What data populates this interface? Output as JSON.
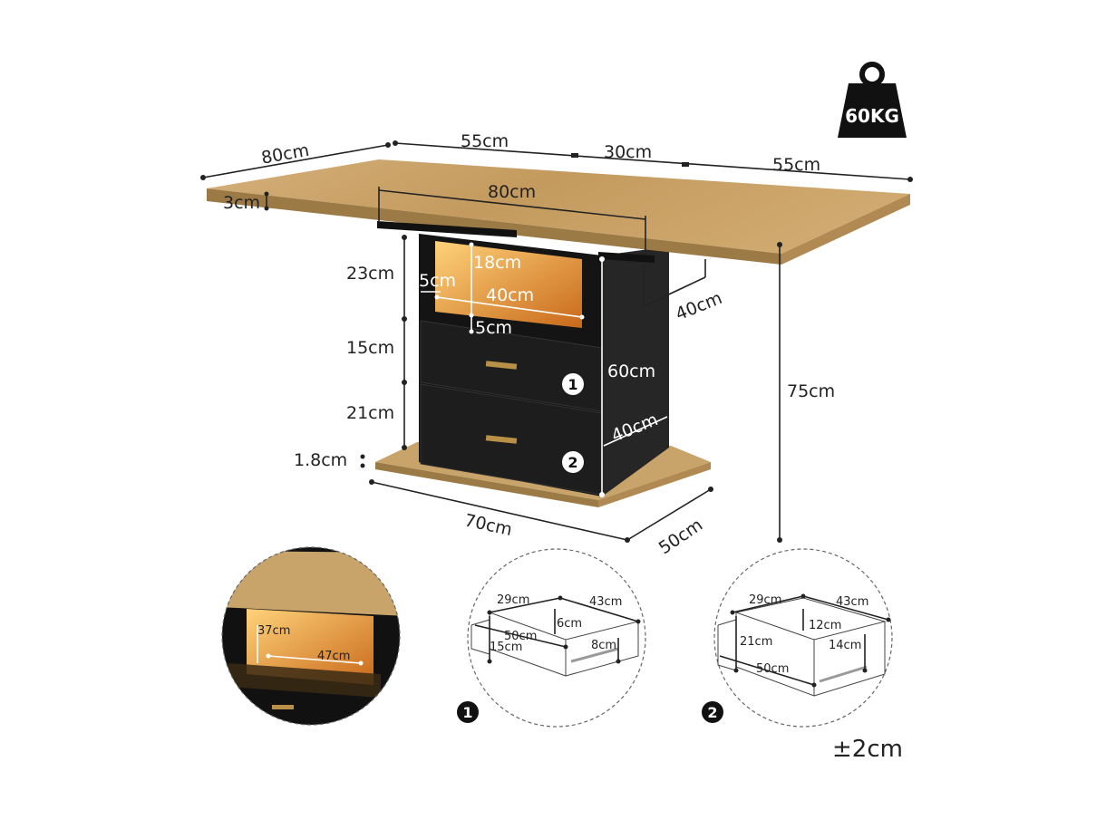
{
  "weight": {
    "value": "60KG",
    "icon": "weight-icon"
  },
  "tolerance": "±2cm",
  "table": {
    "top_depth": "80cm",
    "top_thickness": "3cm",
    "seg_left": "55cm",
    "seg_mid": "30cm",
    "seg_right": "55cm",
    "inner_top": "80cm",
    "overall_height": "75cm",
    "overhang_depth": "40cm"
  },
  "cabinet": {
    "upper_height": "23cm",
    "mid_height": "15cm",
    "low_height": "21cm",
    "base_thickness": "1.8cm",
    "open_height": "18cm",
    "open_width": "40cm",
    "inset_left": "5cm",
    "inset_bottom": "5cm",
    "cabinet_height": "60cm",
    "cabinet_depth": "40cm",
    "base_width": "70cm",
    "base_depth": "50cm",
    "drawer_1": "1",
    "drawer_2": "2"
  },
  "detail_light": {
    "height": "37cm",
    "width": "47cm"
  },
  "detail_drawer_1": {
    "badge": "1",
    "width": "29cm",
    "depth": "43cm",
    "inner_height": "6cm",
    "length": "50cm",
    "front_height": "15cm",
    "side_height": "8cm"
  },
  "detail_drawer_2": {
    "badge": "2",
    "width": "29cm",
    "depth": "43cm",
    "inner_height": "12cm",
    "front_height": "21cm",
    "length": "50cm",
    "side_height": "14cm"
  },
  "colors": {
    "wood": "#c9a46a",
    "wood_dark": "#9c7a45",
    "cabinet": "#1b1b1b",
    "light": "#f0a53c",
    "line": "#222222"
  }
}
